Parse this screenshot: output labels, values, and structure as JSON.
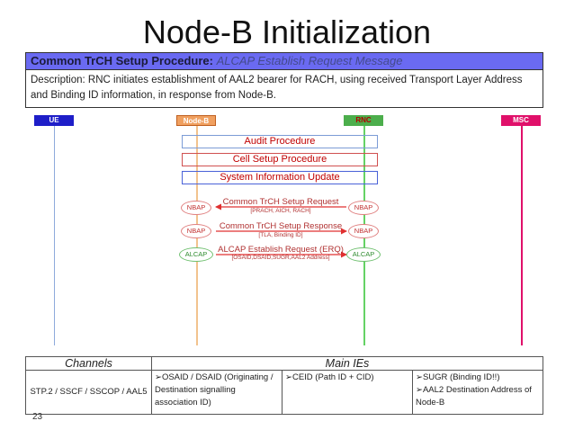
{
  "slide": {
    "title": "Node-B Initialization",
    "page_number": "23"
  },
  "header": {
    "procedure": "Common TrCH Setup Procedure:",
    "message": "ALCAP Establish Request Message"
  },
  "description": "Description: RNC initiates establishment of AAL2 bearer for RACH, using received Transport Layer Address and Binding ID information, in response from Node-B.",
  "entities": [
    {
      "label": "UE",
      "color": "#1e1ec8",
      "line_color": "#8eaadb"
    },
    {
      "label": "Node-B",
      "color": "#f0a060",
      "line_color": "#f2c38e"
    },
    {
      "label": "RNC",
      "color": "#4cae4c",
      "line_color": "#64d264"
    },
    {
      "label": "MSC",
      "color": "#e0106a",
      "line_color": "#e0106a"
    }
  ],
  "procedures": [
    {
      "label": "Audit Procedure",
      "border": "#7c9cd6"
    },
    {
      "label": "Cell Setup Procedure",
      "border": "#d05050"
    },
    {
      "label": "System Information Update",
      "border": "#4a62d8"
    }
  ],
  "messages": [
    {
      "name": "Common TrCH Setup Request",
      "params": "[PRACH, AICH, RACH]",
      "direction": "left",
      "left_label": "NBAP",
      "right_label": "NBAP"
    },
    {
      "name": "Common TrCH Setup Response",
      "params": "[TLA, Binding ID]",
      "direction": "right",
      "left_label": "NBAP",
      "right_label": "NBAP"
    },
    {
      "name": "ALCAP Establish Request (ERQ)",
      "params": "[OSAID,DSAID,SUGR,AAL2 Address]",
      "direction": "right",
      "left_label": "ALCAP",
      "right_label": "ALCAP"
    }
  ],
  "ies_table": {
    "channels_header": "Channels",
    "ies_header": "Main IEs",
    "channels": "STP.2 / SSCF / SSCOP / AAL5",
    "ie1": "➢OSAID / DSAID (Originating / Destination signalling association ID)",
    "ie2": "➢CEID (Path ID + CID)",
    "ie3": "➢SUGR (Binding ID!!)",
    "ie4": "➢AAL2 Destination Address of Node-B"
  }
}
